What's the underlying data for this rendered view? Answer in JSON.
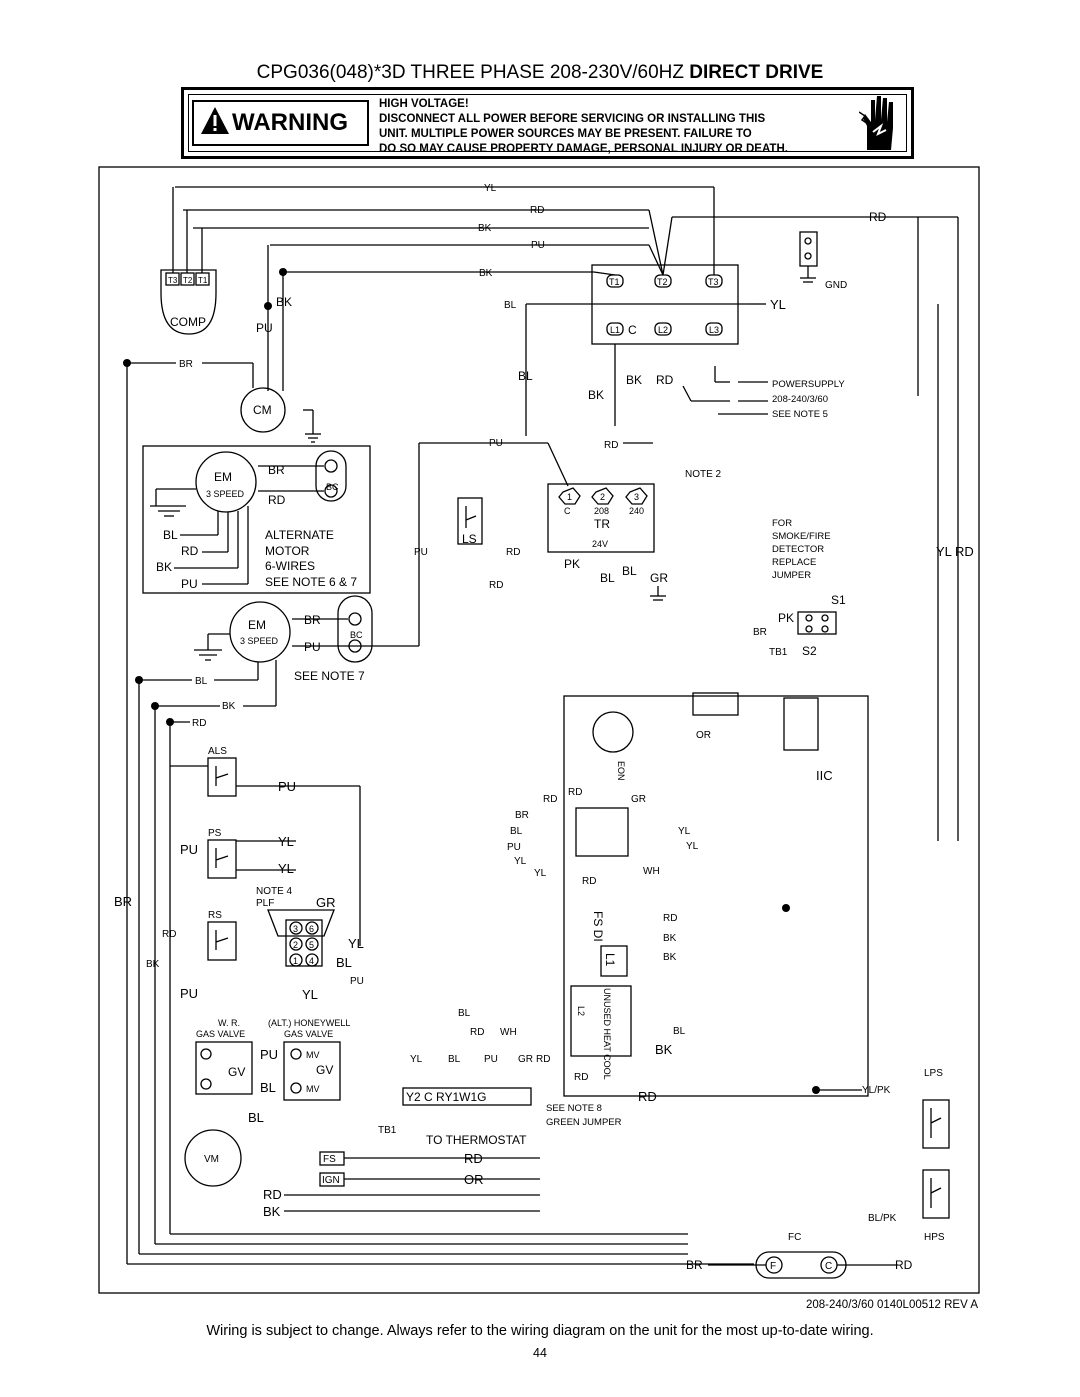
{
  "title": {
    "prefix": "CPG036(048)*3D THREE PHASE 208-230V/60HZ ",
    "bold": "DIRECT DRIVE"
  },
  "warning": {
    "word": "WARNING",
    "line1": "HIGH VOLTAGE!",
    "line2": "DISCONNECT ALL POWER BEFORE SERVICING OR INSTALLING THIS",
    "line3": "UNIT.  MULTIPLE POWER SOURCES MAY BE PRESENT.  FAILURE TO",
    "line4": "DO SO MAY CAUSE PROPERTY DAMAGE, PERSONAL INJURY OR DEATH."
  },
  "wires": {
    "yl": "YL",
    "rd": "RD",
    "bk": "BK",
    "pu": "PU",
    "br": "BR",
    "bl": "BL",
    "pk": "PK",
    "gr": "GR",
    "wh": "WH",
    "or": "OR",
    "yl_rd": "YL  RD",
    "yl_pk": "YL/PK",
    "bl_pk": "BL/PK"
  },
  "components": {
    "comp": "COMP",
    "comp_terms": [
      "T3",
      "T2",
      "T1"
    ],
    "cm": "CM",
    "em": "EM",
    "speed": "3 SPEED",
    "bc": "BC",
    "contactor_top": [
      "T1",
      "T2",
      "T3"
    ],
    "contactor_bottom": [
      "L1",
      "L2",
      "L3"
    ],
    "contactor_c": "C",
    "gnd": "GND",
    "power_supply": "POWERSUPPLY",
    "power_spec": "208-240/3/60",
    "see_note5": "SEE NOTE 5",
    "alt_motor": [
      "ALTERNATE",
      "MOTOR",
      "6-WIRES",
      "SEE NOTE 6 & 7"
    ],
    "see_note7": "SEE NOTE 7",
    "note2": "NOTE 2",
    "tr_terms": [
      "1",
      "2",
      "3"
    ],
    "tr_labels": [
      "C",
      "208",
      "240"
    ],
    "tr": "TR",
    "tr_24v": "24V",
    "ls": "LS",
    "smoke": [
      "FOR",
      "SMOKE/FIRE",
      "DETECTOR",
      "REPLACE",
      "JUMPER"
    ],
    "s1": "S1",
    "s2": "S2",
    "tb1": "TB1",
    "iic": "IIC",
    "eon": "EON",
    "als": "ALS",
    "ps": "PS",
    "rs": "RS",
    "note4": "NOTE 4",
    "plf": "PLF",
    "plug_pins": [
      "3",
      "6",
      "2",
      "5",
      "1",
      "4"
    ],
    "wr": "W. R.",
    "alt_honeywell": "(ALT.) HONEYWELL",
    "gas_valve": "GAS VALVE",
    "mv": "MV",
    "gv": "GV",
    "tstat_terms": "Y2    C   RY1W1G",
    "to_thermostat": "TO THERMOSTAT",
    "vm": "VM",
    "fs": "FS",
    "ign": "IGN",
    "see_note8": "SEE NOTE 8",
    "green_jumper": "GREEN JUMPER",
    "fs_di": "FS  DI",
    "l1": "L1",
    "l2": "L2",
    "unused_heat_cool": "UNUSED  HEAT  COOL",
    "lps": "LPS",
    "hps": "HPS",
    "fc": "FC",
    "f": "F",
    "c": "C"
  },
  "footer": {
    "code": "208-240/3/60    0140L00512    REV A"
  },
  "disclaimer": "Wiring is subject to change. Always refer to the wiring diagram on the unit for the most up-to-date wiring.",
  "page_number": "44"
}
